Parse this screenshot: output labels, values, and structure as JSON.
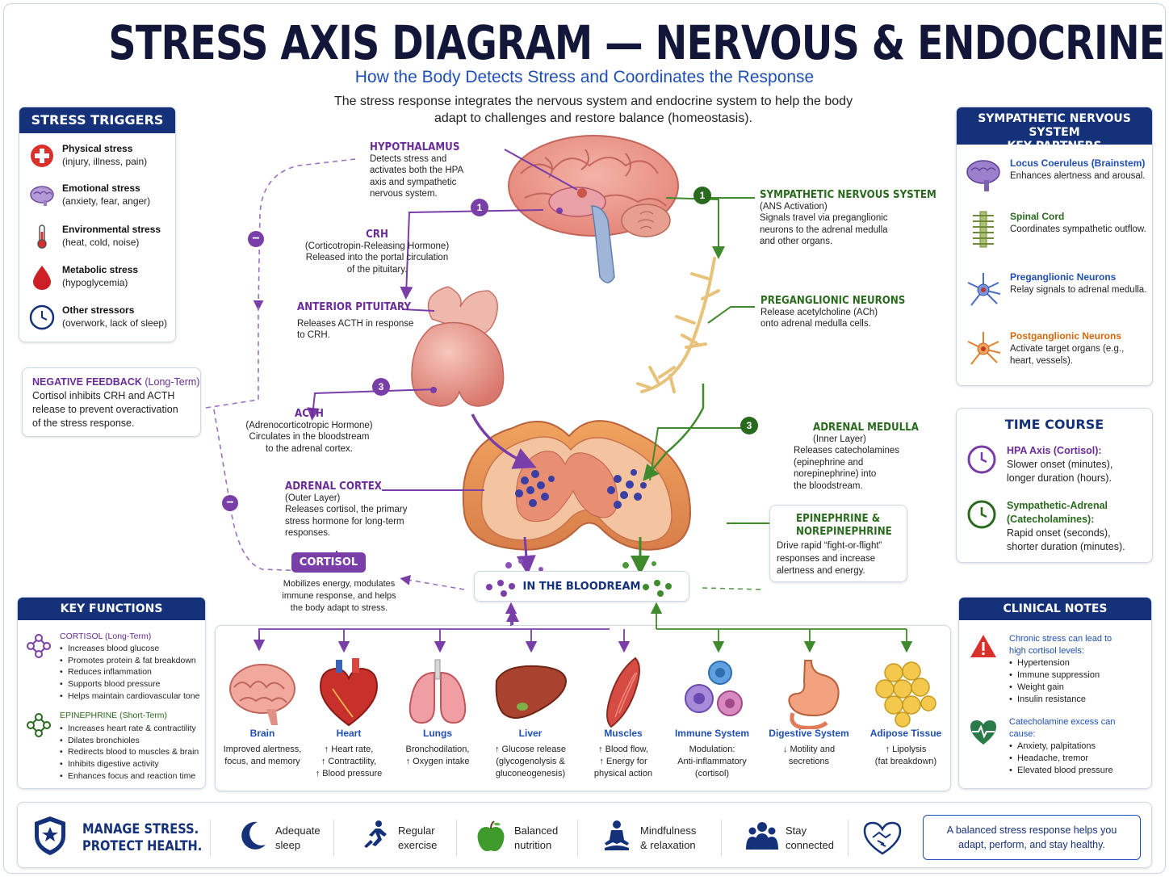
{
  "header": {
    "title": "STRESS AXIS DIAGRAM — NERVOUS & ENDOCRINE",
    "subtitle": "How the Body Detects Stress and Coordinates the Response",
    "intro_line1": "The stress response integrates the nervous system and endocrine system to help the body",
    "intro_line2": "adapt to challenges and restore balance (homeostasis)."
  },
  "triggers": {
    "title": "STRESS TRIGGERS",
    "items": [
      {
        "title": "Physical stress",
        "sub": "(injury, illness, pain)",
        "icon": "medical-cross-icon"
      },
      {
        "title": "Emotional stress",
        "sub": "(anxiety, fear, anger)",
        "icon": "brain-icon"
      },
      {
        "title": "Environmental stress",
        "sub": "(heat, cold, noise)",
        "icon": "thermometer-icon"
      },
      {
        "title": "Metabolic stress",
        "sub": "(hypoglycemia)",
        "icon": "blood-drop-icon"
      },
      {
        "title": "Other stressors",
        "sub": "(overwork, lack of sleep)",
        "icon": "clock-icon"
      }
    ]
  },
  "negative_feedback": {
    "title": "NEGATIVE FEEDBACK",
    "title_suffix": "(Long-Term)",
    "line1": "Cortisol inhibits CRH and ACTH",
    "line2": "release to prevent overactivation",
    "line3": "of the stress response."
  },
  "hpa": {
    "hypothalamus": {
      "title": "HYPOTHALAMUS",
      "l1": "Detects stress and",
      "l2": "activates both the HPA",
      "l3": "axis and sympathetic",
      "l4": "nervous system."
    },
    "crh": {
      "title": "CRH",
      "l1": "(Corticotropin-Releasing Hormone)",
      "l2": "Released into the portal circulation",
      "l3": "of the pituitary."
    },
    "pituitary": {
      "title": "ANTERIOR PITUITARY",
      "l1": "Releases ACTH in response",
      "l2": "to CRH."
    },
    "acth": {
      "title": "ACTH",
      "l1": "(Adrenocorticotropic Hormone)",
      "l2": "Circulates in the bloodstream",
      "l3": "to the adrenal cortex."
    },
    "cortex": {
      "title": "ADRENAL CORTEX",
      "l1": "(Outer Layer)",
      "l2": "Releases cortisol, the primary",
      "l3": "stress hormone for long-term",
      "l4": "responses."
    },
    "cortisol": {
      "badge": "CORTISOL",
      "l1": "Mobilizes energy, modulates",
      "l2": "immune response, and helps",
      "l3": "the body adapt to stress."
    },
    "step1": "1",
    "step3": "3",
    "minus": "−"
  },
  "sympathetic": {
    "sns": {
      "title": "SYMPATHETIC NERVOUS SYSTEM",
      "l1": "(ANS Activation)",
      "l2": "Signals travel via preganglionic",
      "l3": "neurons to the adrenal medulla",
      "l4": "and other organs."
    },
    "pre": {
      "title": "PREGANGLIONIC NEURONS",
      "l1": "Release acetylcholine (ACh)",
      "l2": "onto adrenal medulla cells."
    },
    "medulla": {
      "title": "ADRENAL MEDULLA",
      "l1": "(Inner Layer)",
      "l2": "Releases catecholamines",
      "l3": "(epinephrine and",
      "l4": "norepinephrine) into",
      "l5": "the bloodstream."
    },
    "epi": {
      "title1": "EPINEPHRINE &",
      "title2": "NOREPINEPHRINE",
      "l1": "Drive rapid “fight-or-flight”",
      "l2": "responses and increase",
      "l3": "alertness and energy."
    },
    "step1": "1",
    "step3": "3"
  },
  "bloodstream": "IN THE BLOODREAM",
  "partners": {
    "title1": "SYMPATHETIC NERVOUS SYSTEM",
    "title2": "KEY PARTNERS",
    "items": [
      {
        "title": "Locus Coeruleus (Brainstem)",
        "desc": "Enhances alertness and arousal.",
        "icon": "brainstem-icon"
      },
      {
        "title": "Spinal Cord",
        "desc": "Coordinates sympathetic outflow.",
        "icon": "spinal-cord-icon"
      },
      {
        "title": "Preganglionic Neurons",
        "desc": "Relay signals to adrenal medulla.",
        "icon": "neuron-icon"
      },
      {
        "title": "Postganglionic Neurons",
        "desc": "Activate target organs (e.g., heart, vessels).",
        "icon": "neuron-icon"
      }
    ]
  },
  "time_course": {
    "title": "TIME COURSE",
    "hpa_title": "HPA Axis (Cortisol):",
    "hpa_l1": "Slower onset (minutes),",
    "hpa_l2": "longer duration (hours).",
    "sa_title1": "Sympathetic-Adrenal",
    "sa_title2": "(Catecholamines):",
    "sa_l1": "Rapid onset (seconds),",
    "sa_l2": "shorter duration (minutes)."
  },
  "key_functions": {
    "title": "KEY FUNCTIONS",
    "cortisol_title": "CORTISOL (Long-Term)",
    "cortisol_items": [
      "Increases blood glucose",
      "Promotes protein & fat breakdown",
      "Reduces inflammation",
      "Supports blood pressure",
      "Helps maintain cardiovascular tone"
    ],
    "epi_title": "EPINEPHRINE (Short-Term)",
    "epi_items": [
      "Increases heart rate & contractility",
      "Dilates bronchioles",
      "Redirects blood to muscles & brain",
      "Inhibits digestive activity",
      "Enhances focus and reaction time"
    ]
  },
  "organs": [
    {
      "name": "Brain",
      "l1": "Improved alertness,",
      "l2": "focus, and memory",
      "l3": "",
      "icon": "brain-icon"
    },
    {
      "name": "Heart",
      "l1": "↑ Heart rate,",
      "l2": "↑ Contractility,",
      "l3": "↑ Blood pressure",
      "icon": "heart-organ-icon"
    },
    {
      "name": "Lungs",
      "l1": "Bronchodilation,",
      "l2": "↑ Oxygen intake",
      "l3": "",
      "icon": "lungs-icon"
    },
    {
      "name": "Liver",
      "l1": "↑ Glucose release",
      "l2": "(glycogenolysis &",
      "l3": "gluconeogenesis)",
      "icon": "liver-icon"
    },
    {
      "name": "Muscles",
      "l1": "↑ Blood flow,",
      "l2": "↑ Energy for",
      "l3": "physical action",
      "icon": "muscle-icon"
    },
    {
      "name": "Immune System",
      "l1": "Modulation:",
      "l2": "Anti-inflammatory",
      "l3": "(cortisol)",
      "icon": "immune-cells-icon"
    },
    {
      "name": "Digestive System",
      "l1": "↓ Motility and",
      "l2": "secretions",
      "l3": "",
      "icon": "stomach-icon"
    },
    {
      "name": "Adipose Tissue",
      "l1": "↑ Lipolysis",
      "l2": "(fat breakdown)",
      "l3": "",
      "icon": "fat-cells-icon"
    }
  ],
  "clinical": {
    "title": "CLINICAL NOTES",
    "c1_l1": "Chronic stress can lead to",
    "c1_l2": "high cortisol levels:",
    "c1_items": [
      "Hypertension",
      "Immune suppression",
      "Weight gain",
      "Insulin resistance"
    ],
    "c2_l1": "Catecholamine excess can",
    "c2_l2": "cause:",
    "c2_items": [
      "Anxiety, palpitations",
      "Headache, tremor",
      "Elevated blood pressure"
    ]
  },
  "footer": {
    "brand1": "MANAGE STRESS.",
    "brand2": "PROTECT HEALTH.",
    "items": [
      {
        "l1": "Adequate",
        "l2": "sleep",
        "icon": "moon-icon"
      },
      {
        "l1": "Regular",
        "l2": "exercise",
        "icon": "running-icon"
      },
      {
        "l1": "Balanced",
        "l2": "nutrition",
        "icon": "apple-icon"
      },
      {
        "l1": "Mindfulness",
        "l2": "& relaxation",
        "icon": "meditation-icon"
      },
      {
        "l1": "Stay",
        "l2": "connected",
        "icon": "people-icon"
      }
    ],
    "note1": "A balanced stress response helps you",
    "note2": "adapt, perform, and stay healthy."
  },
  "colors": {
    "navy": "#15317a",
    "purple": "#6a2c97",
    "green": "#2a6a1e",
    "blue": "#1f4fb5"
  }
}
